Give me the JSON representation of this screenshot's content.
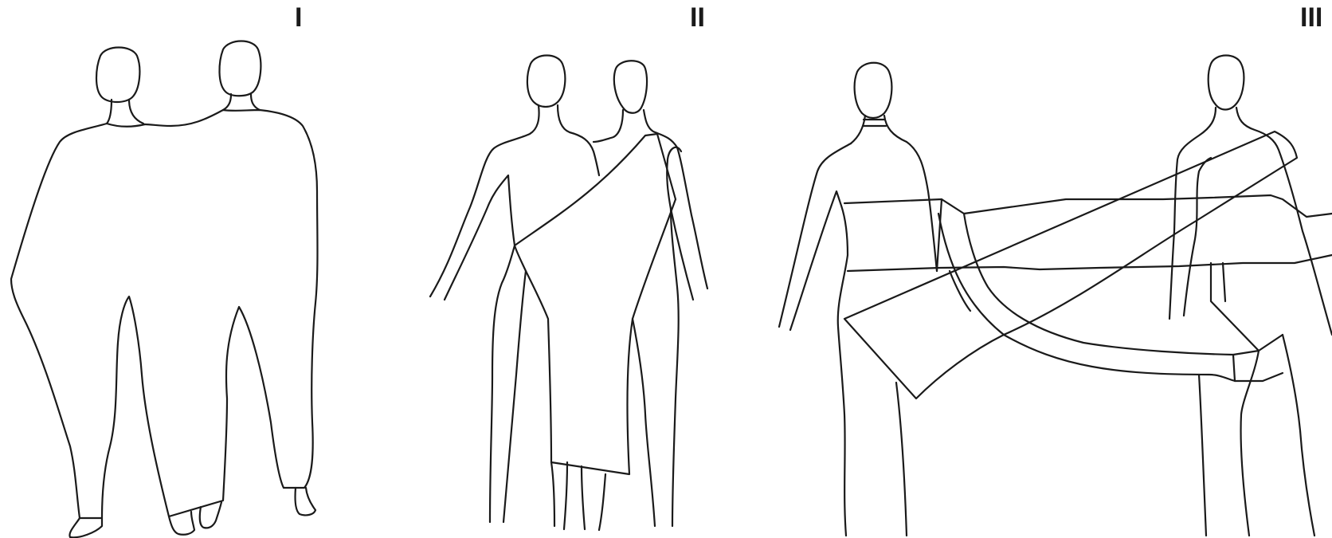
{
  "figure": {
    "panels": [
      {
        "id": "I",
        "label": "I"
      },
      {
        "id": "II",
        "label": "II"
      },
      {
        "id": "III",
        "label": "III"
      }
    ]
  }
}
